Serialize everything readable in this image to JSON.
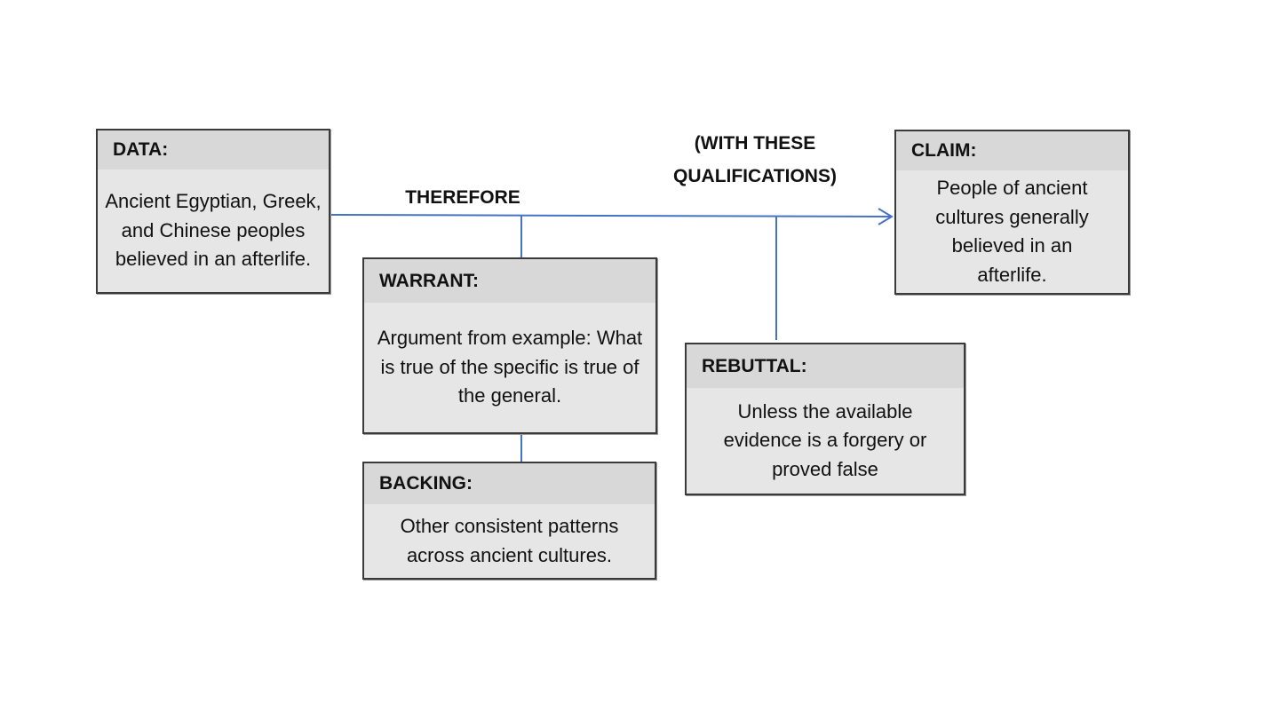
{
  "colors": {
    "connector": "#4472c4",
    "box_fill": "#e6e6e6",
    "box_header_fill": "#d8d8d8",
    "box_border": "#3a3a3a"
  },
  "labels": {
    "therefore": "THEREFORE",
    "qualifier": "(WITH THESE QUALIFICATIONS)"
  },
  "boxes": {
    "data": {
      "title": "DATA:",
      "text": "Ancient Egyptian, Greek, and Chinese peoples believed in an afterlife."
    },
    "warrant": {
      "title": "WARRANT:",
      "text": "Argument from example: What is true of the specific is true of the general."
    },
    "backing": {
      "title": "BACKING:",
      "text": "Other consistent patterns across ancient cultures."
    },
    "rebuttal": {
      "title": "REBUTTAL:",
      "text": "Unless the available evidence is a forgery or proved false"
    },
    "claim": {
      "title": "CLAIM:",
      "text": "People of ancient cultures generally believed in an afterlife."
    }
  }
}
